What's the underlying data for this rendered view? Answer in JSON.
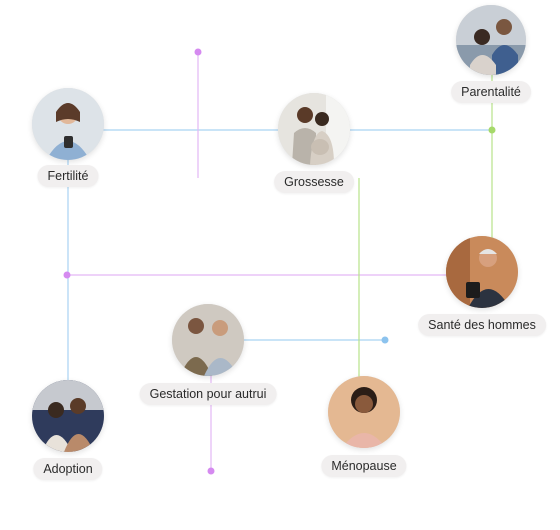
{
  "colors": {
    "blue": "#a9d3f2",
    "violet": "#e3b8f5",
    "green": "#b8e38a",
    "blue_dot": "#8cc3ee",
    "violet_dot": "#d58af0",
    "green_dot": "#a6d96a"
  },
  "topics": {
    "parentalite": "Parentalité",
    "fertilite": "Fertilité",
    "grossesse": "Grossesse",
    "sante_hommes": "Santé des hommes",
    "gestation": "Gestation pour autrui",
    "adoption": "Adoption",
    "menopause": "Ménopause"
  }
}
